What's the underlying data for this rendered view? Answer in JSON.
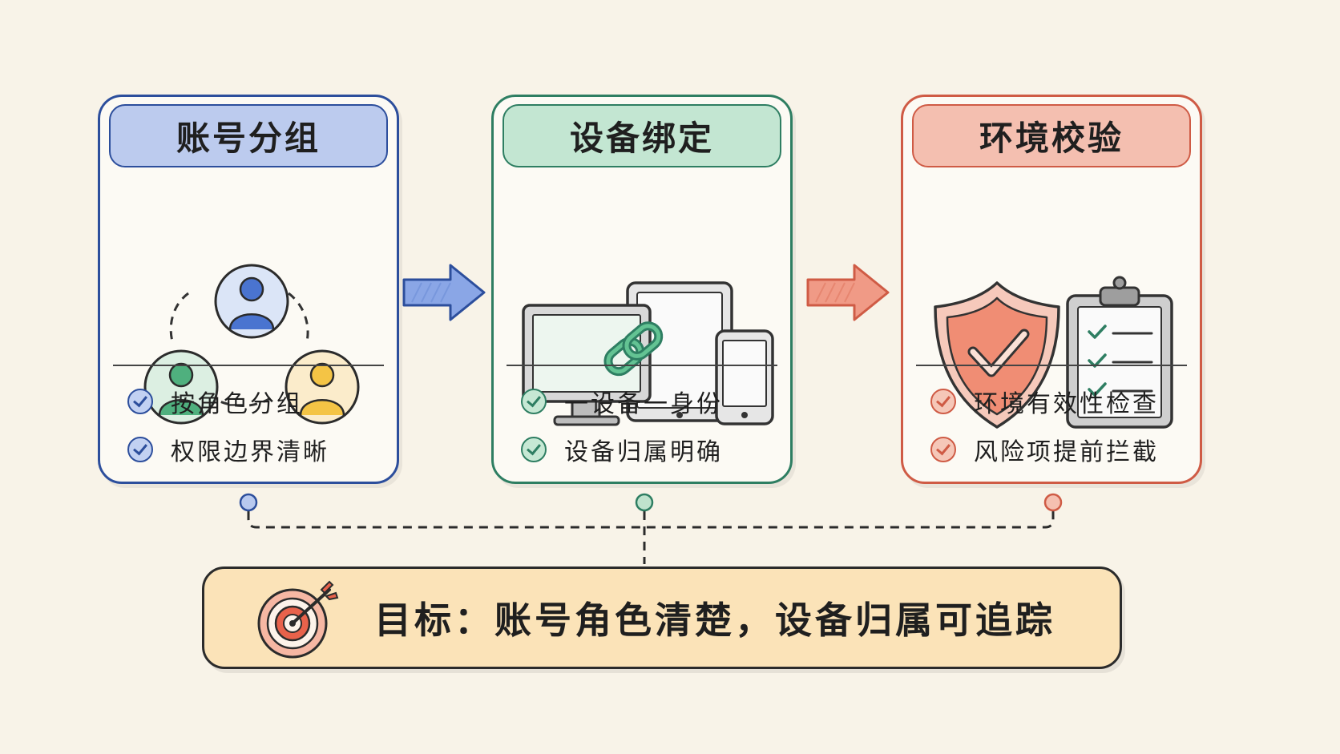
{
  "panels": [
    {
      "title": "账号分组",
      "icon": "user-group-icon",
      "items": [
        "按角色分组",
        "权限边界清晰"
      ],
      "accent": "#2c4e9c",
      "header_fill": "#bccbee"
    },
    {
      "title": "设备绑定",
      "icon": "linked-devices-icon",
      "items": [
        "一设备一身份",
        "设备归属明确"
      ],
      "accent": "#2e7e62",
      "header_fill": "#c3e6d2"
    },
    {
      "title": "环境校验",
      "icon": "shield-checklist-icon",
      "items": [
        "环境有效性检查",
        "风险项提前拦截"
      ],
      "accent": "#cf5b45",
      "header_fill": "#f4bfb0"
    }
  ],
  "goal": {
    "text": "目标：账号角色清楚，设备归属可追踪",
    "icon": "target-arrow-icon",
    "fill": "#fbe3b8"
  },
  "colors": {
    "background": "#f8f3e8",
    "arrow_blue": "#8aa6e6",
    "arrow_red": "#f09a86"
  }
}
